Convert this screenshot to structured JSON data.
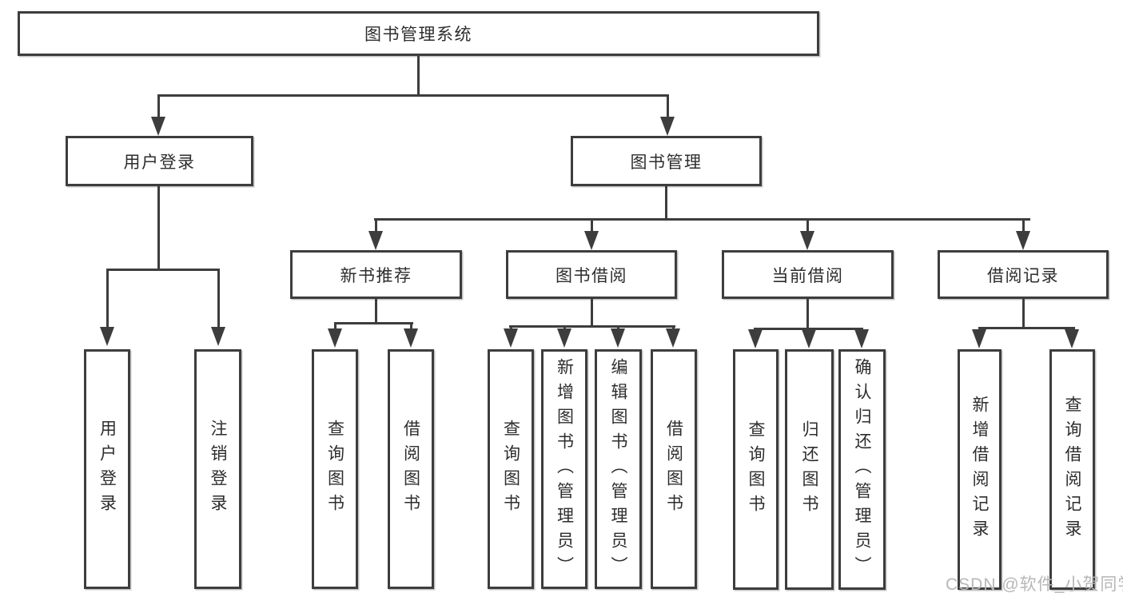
{
  "diagram": {
    "title": "图书管理系统",
    "root": {
      "label": "图书管理系统"
    },
    "level2": [
      {
        "id": "user-login",
        "label": "用户登录",
        "parent": "图书管理系统"
      },
      {
        "id": "book-management",
        "label": "图书管理",
        "parent": "图书管理系统"
      }
    ],
    "level3": [
      {
        "id": "new-book-recommend",
        "label": "新书推荐",
        "parent": "图书管理"
      },
      {
        "id": "book-borrow",
        "label": "图书借阅",
        "parent": "图书管理"
      },
      {
        "id": "current-borrow",
        "label": "当前借阅",
        "parent": "图书管理"
      },
      {
        "id": "borrow-records",
        "label": "借阅记录",
        "parent": "图书管理"
      }
    ],
    "leaves": [
      {
        "id": "login",
        "label": "用户登录",
        "parent": "用户登录"
      },
      {
        "id": "logout",
        "label": "注销登录",
        "parent": "用户登录"
      },
      {
        "id": "query-books-recommend",
        "label": "查询图书",
        "parent": "新书推荐"
      },
      {
        "id": "borrow-books-recommend",
        "label": "借阅图书",
        "parent": "新书推荐"
      },
      {
        "id": "query-books-borrow",
        "label": "查询图书",
        "parent": "图书借阅"
      },
      {
        "id": "add-books-admin",
        "label": "新增图书（管理员）",
        "parent": "图书借阅"
      },
      {
        "id": "edit-books-admin",
        "label": "编辑图书（管理员）",
        "parent": "图书借阅"
      },
      {
        "id": "borrow-books-borrow",
        "label": "借阅图书",
        "parent": "图书借阅"
      },
      {
        "id": "query-books-current",
        "label": "查询图书",
        "parent": "当前借阅"
      },
      {
        "id": "return-books",
        "label": "归还图书",
        "parent": "当前借阅"
      },
      {
        "id": "confirm-return-admin",
        "label": "确认归还（管理员）",
        "parent": "当前借阅"
      },
      {
        "id": "add-borrow-record",
        "label": "新增借阅记录",
        "parent": "借阅记录"
      },
      {
        "id": "query-borrow-record",
        "label": "查询借阅记录",
        "parent": "借阅记录"
      }
    ]
  },
  "watermark": {
    "text": "CSDN @软件_小贺同学"
  },
  "colors": {
    "line": "#3d3d3d",
    "text": "#2d2d2d",
    "watermark": "#b7b7b7",
    "bg": "#ffffff"
  }
}
